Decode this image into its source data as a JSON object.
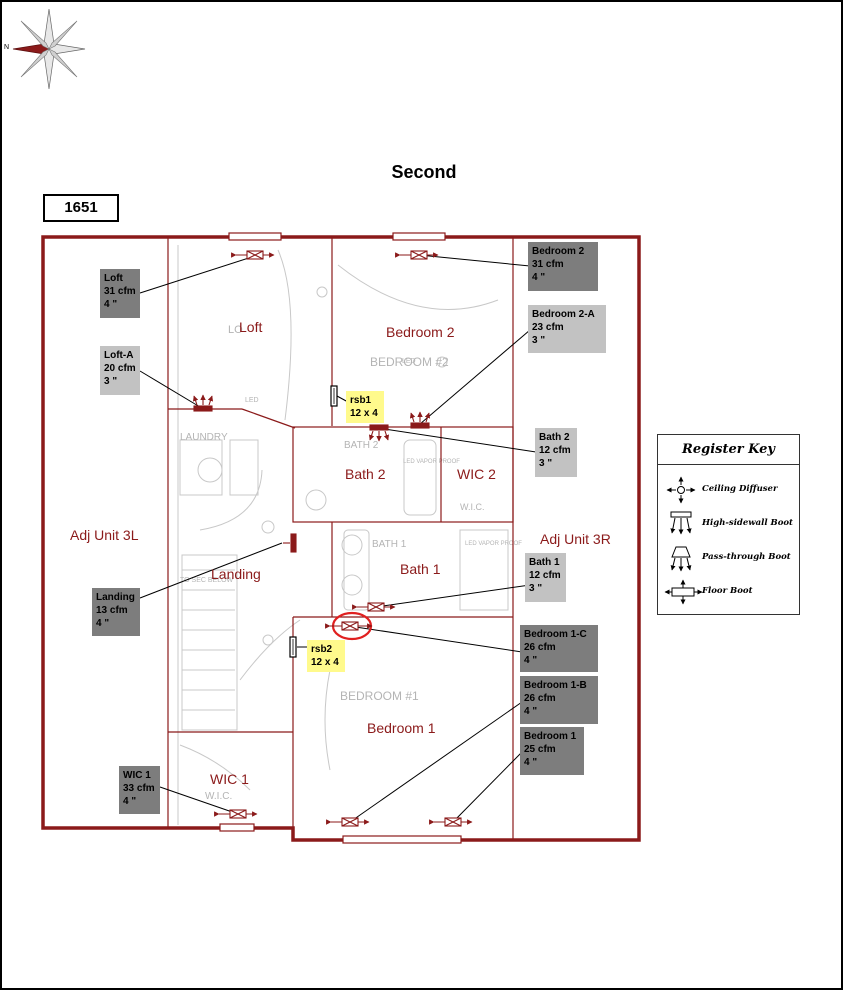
{
  "page": {
    "floor_title": "Second",
    "plan_id": "1651",
    "compass_label": "N"
  },
  "colors": {
    "wall": "#8b1a1a",
    "register": "#8b1a1a",
    "callout_dark": "#7d7d7d",
    "callout_light": "#c2c2c2",
    "callout_yellow": "#fffa8c",
    "highlight": "#e02020"
  },
  "rooms": [
    {
      "id": "loft",
      "label": "Loft"
    },
    {
      "id": "bedroom-2",
      "label": "Bedroom 2"
    },
    {
      "id": "bath-2",
      "label": "Bath 2"
    },
    {
      "id": "wic-2",
      "label": "WIC 2"
    },
    {
      "id": "adj-unit-3l",
      "label": "Adj Unit 3L"
    },
    {
      "id": "adj-unit-3r",
      "label": "Adj Unit 3R"
    },
    {
      "id": "landing",
      "label": "Landing"
    },
    {
      "id": "bath-1",
      "label": "Bath 1"
    },
    {
      "id": "bedroom-1",
      "label": "Bedroom 1"
    },
    {
      "id": "wic-1",
      "label": "WIC 1"
    }
  ],
  "registers": [
    {
      "id": "loft",
      "name": "Loft",
      "cfm": "31 cfm",
      "size": "4 \""
    },
    {
      "id": "loft-a",
      "name": "Loft-A",
      "cfm": "20 cfm",
      "size": "3 \""
    },
    {
      "id": "landing",
      "name": "Landing",
      "cfm": "13 cfm",
      "size": "4 \""
    },
    {
      "id": "wic-1",
      "name": "WIC 1",
      "cfm": "33 cfm",
      "size": "4 \""
    },
    {
      "id": "bedroom-2",
      "name": "Bedroom 2",
      "cfm": "31 cfm",
      "size": "4 \""
    },
    {
      "id": "bedroom-2-a",
      "name": "Bedroom 2-A",
      "cfm": "23 cfm",
      "size": "3 \""
    },
    {
      "id": "bath-2",
      "name": "Bath 2",
      "cfm": "12 cfm",
      "size": "3 \""
    },
    {
      "id": "bath-1",
      "name": "Bath 1",
      "cfm": "12 cfm",
      "size": "3 \""
    },
    {
      "id": "bedroom-1-c",
      "name": "Bedroom 1-C",
      "cfm": "26 cfm",
      "size": "4 \""
    },
    {
      "id": "bedroom-1-b",
      "name": "Bedroom 1-B",
      "cfm": "26 cfm",
      "size": "4 \""
    },
    {
      "id": "bedroom-1",
      "name": "Bedroom 1",
      "cfm": "25 cfm",
      "size": "4 \""
    }
  ],
  "return_grilles": [
    {
      "id": "rsb1",
      "name": "rsb1",
      "size": "12 x 4"
    },
    {
      "id": "rsb2",
      "name": "rsb2",
      "size": "12 x 4"
    }
  ],
  "background_labels": {
    "loft": "LO",
    "bedroom_2": "BEDROOM #2",
    "bath_2": "BATH 2",
    "bath_1": "BATH 1",
    "laundry": "LAUNDRY",
    "wic_2": "W.I.C.",
    "wic_1": "W.I.C.",
    "bedroom_1": "BEDROOM #1",
    "led_vapor_proof": "LED VAPOR PROOF",
    "to_below": "TO SEC BELOW",
    "led": "LED"
  },
  "legend": {
    "title": "Register Key",
    "items": [
      {
        "label": "Ceiling Diffuser",
        "icon": "ceiling-diffuser-icon"
      },
      {
        "label": "High-sidewall Boot",
        "icon": "high-sidewall-boot-icon"
      },
      {
        "label": "Pass-through Boot",
        "icon": "pass-through-boot-icon"
      },
      {
        "label": "Floor Boot",
        "icon": "floor-boot-icon"
      }
    ]
  }
}
